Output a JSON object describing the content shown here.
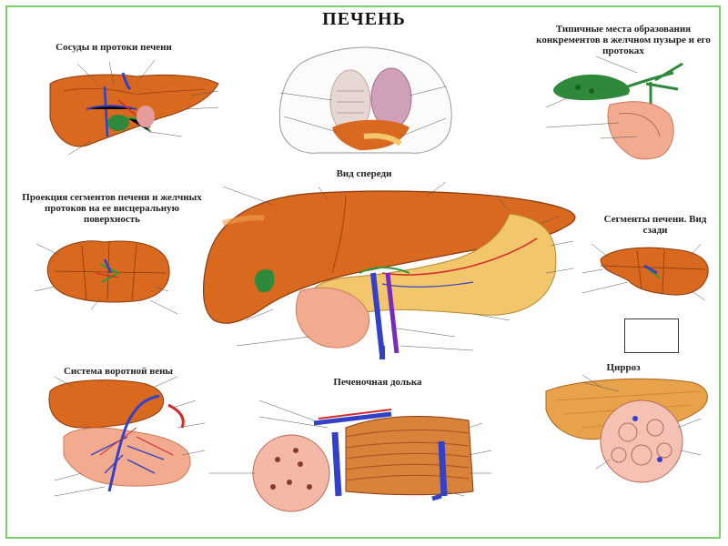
{
  "poster": {
    "title": "ПЕЧЕНЬ",
    "panels": {
      "vessels_ducts": "Сосуды и протоки печени",
      "concrement_sites": "Типичные места образования конкрементов в желчном пузыре и его протоках",
      "front_view": "Вид спереди",
      "segment_projection": "Проекция сегментов печени и желчных протоков на ее висцеральную поверхность",
      "segments_back": "Сегменты печени. Вид сзади",
      "portal_system": "Система воротной вены",
      "lobule": "Печеночная долька",
      "cirrhosis": "Цирроз"
    }
  },
  "colors": {
    "frame": "#7ccf6a",
    "liver": "#d9691f",
    "liver_light": "#f0a04b",
    "gallbladder": "#2e8a3a",
    "pancreas": "#f2c66b",
    "artery": "#d42a2a",
    "vein": "#3340c8",
    "duct": "#2f9a3e",
    "tissue": "#f4b9a6"
  }
}
